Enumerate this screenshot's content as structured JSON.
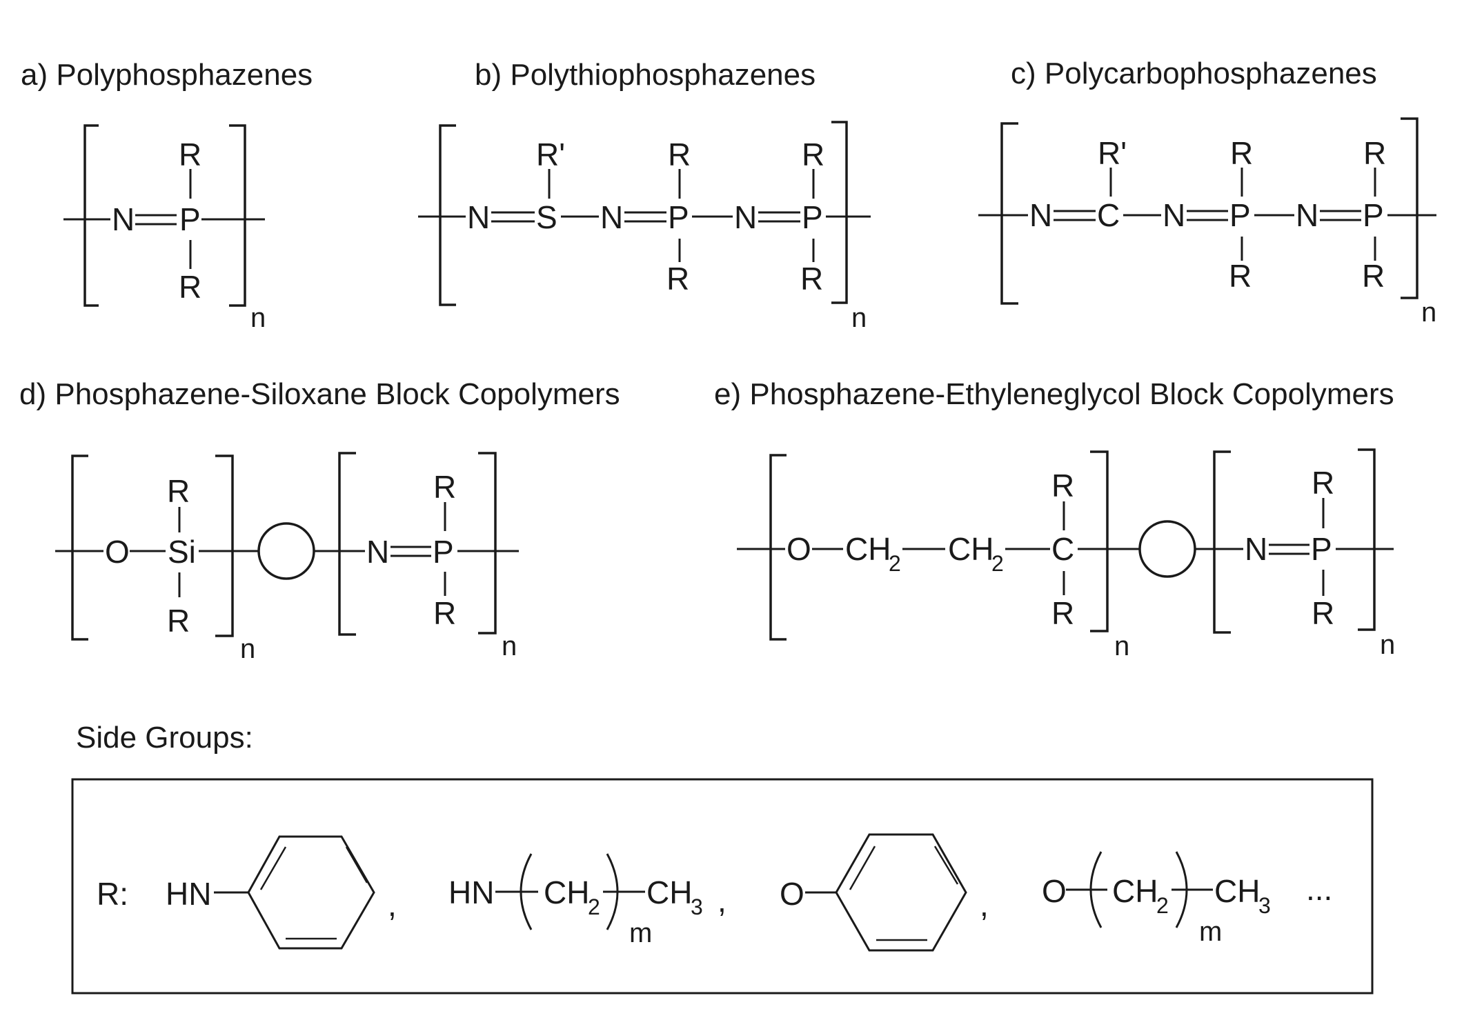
{
  "titles": {
    "a": "a) Polyphosphazenes",
    "b": "b) Polythiophosphazenes",
    "c": "c) Polycarbophosphazenes",
    "d": "d) Phosphazene-Siloxane Block Copolymers",
    "e": "e) Phosphazene-Ethyleneglycol Block Copolymers",
    "side_groups": "Side Groups:"
  },
  "atoms": {
    "N": "N",
    "P": "P",
    "S": "S",
    "C": "C",
    "O": "O",
    "Si": "Si",
    "R": "R",
    "R_prime": "R'",
    "CH": "CH",
    "two": "2",
    "three": "3",
    "HN": "HN"
  },
  "indices": {
    "n": "n",
    "m": "m"
  },
  "side_groups": {
    "label": "R:",
    "separator": ",",
    "ellipsis": "..."
  }
}
